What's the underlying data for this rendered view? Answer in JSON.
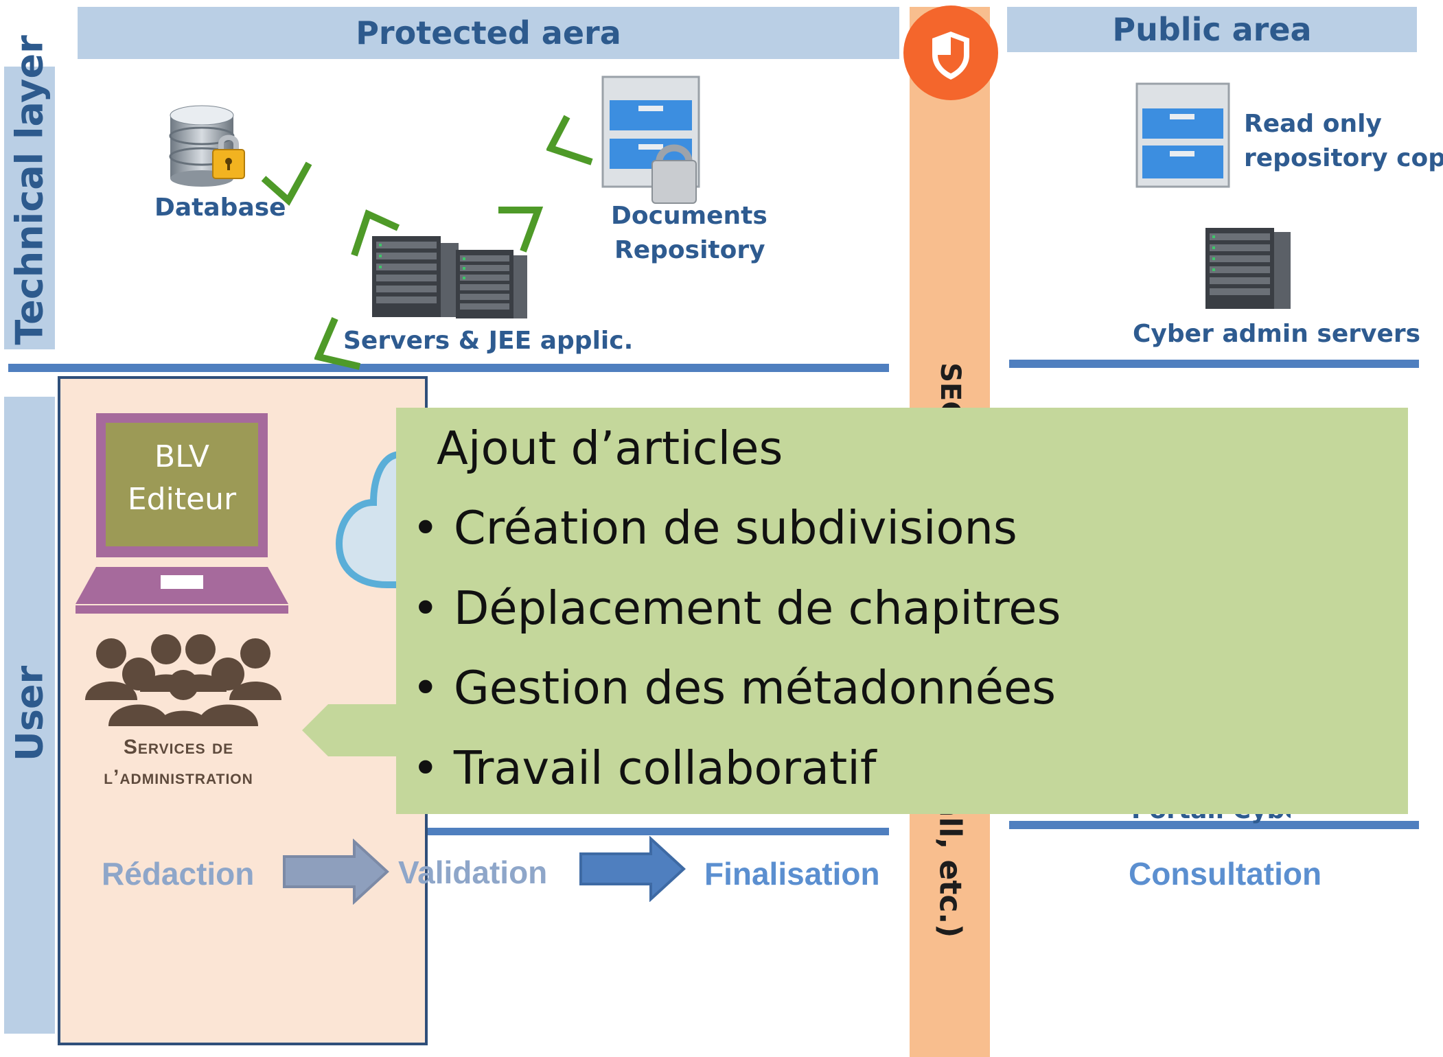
{
  "areas": {
    "protected": "Protected aera",
    "public": "Public area"
  },
  "layers": {
    "technical": "Technical layer",
    "user": "User"
  },
  "security_bar": {
    "label_top": "SEC",
    "label_bottom": "all, etc.)"
  },
  "protected_items": {
    "database": "Database",
    "servers": "Servers & JEE applic.",
    "documents_line1": "Documents",
    "documents_line2": "Repository"
  },
  "public_items": {
    "readonly_line1": "Read only",
    "readonly_line2": "repository copy",
    "cyber_admin": "Cyber admin servers",
    "portal_partial": "Portail Cyber"
  },
  "user_zone": {
    "laptop_line1": "BLV",
    "laptop_line2": "Editeur",
    "services_line1": "Services de",
    "services_line2": "l’administration"
  },
  "workflow": {
    "redaction": "Rédaction",
    "validation": "Validation",
    "finalisation": "Finalisation",
    "consultation": "Consultation"
  },
  "overlay": {
    "title": "Ajout d’articles",
    "bullets": [
      "Création de subdivisions",
      "Déplacement de chapitres",
      "Gestion des métadonnées",
      "Travail collaboratif"
    ]
  },
  "colors": {
    "band": "#bacfe5",
    "band_text": "#2d5a8d",
    "security_bar": "#f8be8e",
    "shield_badge": "#f4662c",
    "overlay": "#c4d79b",
    "user_zone_fill": "#fbe5d5",
    "laptop_frame": "#a66a9c",
    "laptop_screen": "#9c9a56",
    "arrow_check": "#4e9a28",
    "people": "#5e4a3c"
  }
}
